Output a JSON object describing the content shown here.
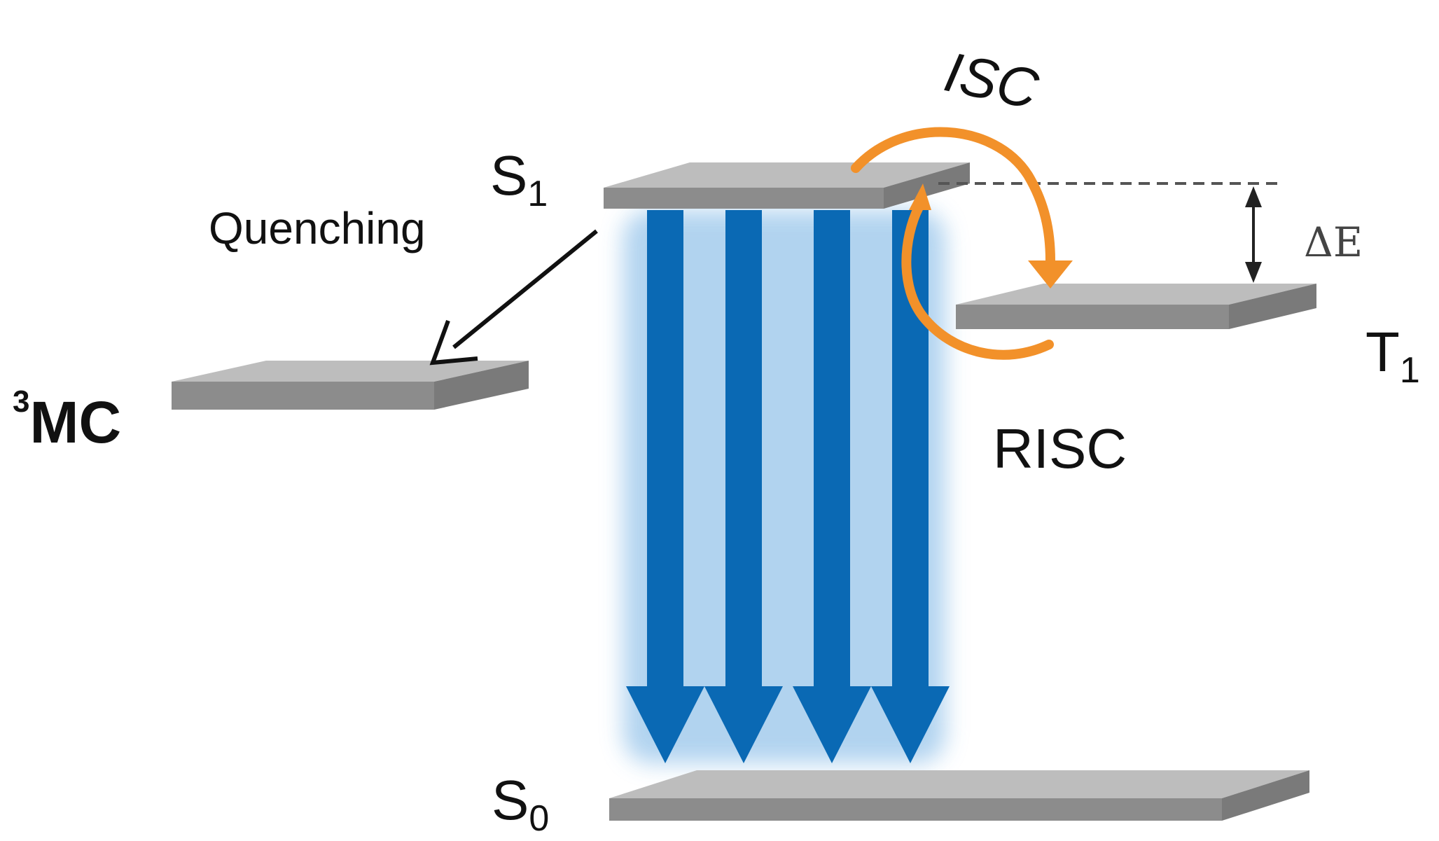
{
  "labels": {
    "s1": {
      "main": "S",
      "sub": "1"
    },
    "s0": {
      "main": "S",
      "sub": "0"
    },
    "t1": {
      "main": "T",
      "sub": "1"
    },
    "mc": {
      "sup": "3",
      "main": "MC"
    },
    "quenching": "Quenching",
    "isc": "ISC",
    "risc": "RISC",
    "delta_e": "ΔE"
  },
  "colors": {
    "level_top": "#bdbdbd",
    "level_front": "#8c8c8c",
    "emission_arrow": "#0a69b4",
    "emission_glow": "#a9cfee",
    "isc_arrow": "#f2912a",
    "quench_arrow": "#111111"
  },
  "emission_arrow_count": 4
}
